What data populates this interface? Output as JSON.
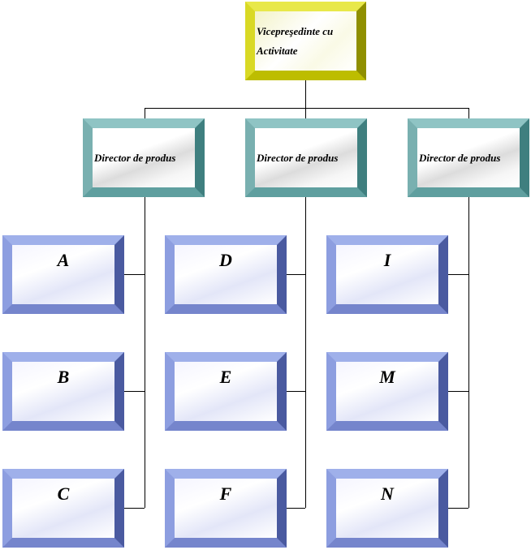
{
  "root": {
    "label": "Vicepreşedinte cu Activitate"
  },
  "directors": [
    {
      "label": "Director de produs",
      "children": [
        "A",
        "B",
        "C"
      ]
    },
    {
      "label": "Director de produs",
      "children": [
        "D",
        "E",
        "F"
      ]
    },
    {
      "label": "Director de produs",
      "children": [
        "I",
        "M",
        "N"
      ]
    }
  ],
  "colors": {
    "root": "#cccc00",
    "director": "#5f9f9f",
    "leaf": "#7f8fd6",
    "lines": "#000000"
  }
}
